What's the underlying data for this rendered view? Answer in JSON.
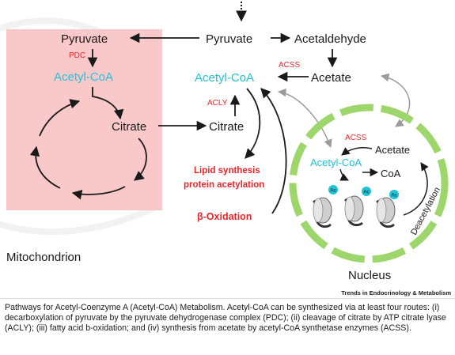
{
  "diagram": {
    "mitochondrion": {
      "pyruvate": "Pyruvate",
      "pdc": "PDC",
      "acetyl_coa": "Acetyl-CoA",
      "citrate": "Citrate",
      "label": "Mitochondrion"
    },
    "cytosol": {
      "pyruvate": "Pyruvate",
      "acetaldehyde": "Acetaldehyde",
      "acss": "ACSS",
      "acetate": "Acetate",
      "acetyl_coa": "Acetyl-CoA",
      "acly": "ACLY",
      "citrate": "Citrate",
      "lipid_line1": "Lipid synthesis",
      "lipid_line2": "protein acetylation",
      "beta_oxidation": "β-Oxidation"
    },
    "nucleus": {
      "acss": "ACSS",
      "acetate": "Acetate",
      "acetyl_coa": "Acetyl-CoA",
      "coa": "CoA",
      "deacetylation": "Deacetylation",
      "ac_badge": "Ac",
      "label": "Nucleus"
    },
    "colors": {
      "mito_fill": "#f9c9ca",
      "cyan": "#1ec3d6",
      "red": "#e8262b",
      "green_ring": "#9dd66a",
      "black": "#1a1a1a"
    }
  },
  "journal": "Trends in Endocrinology & Metabolism",
  "caption": "Pathways for Acetyl-Coenzyme A (Acetyl-CoA) Metabolism. Acetyl-CoA can be synthesized via at least four routes: (i) decarboxylation of pyruvate by the pyruvate dehydrogenase complex (PDC); (ii) cleavage of citrate by ATP citrate lyase (ACLY); (iii) fatty acid b-oxidation; and (iv) synthesis from acetate by acetyl-CoA synthetase enzymes (ACSS)."
}
